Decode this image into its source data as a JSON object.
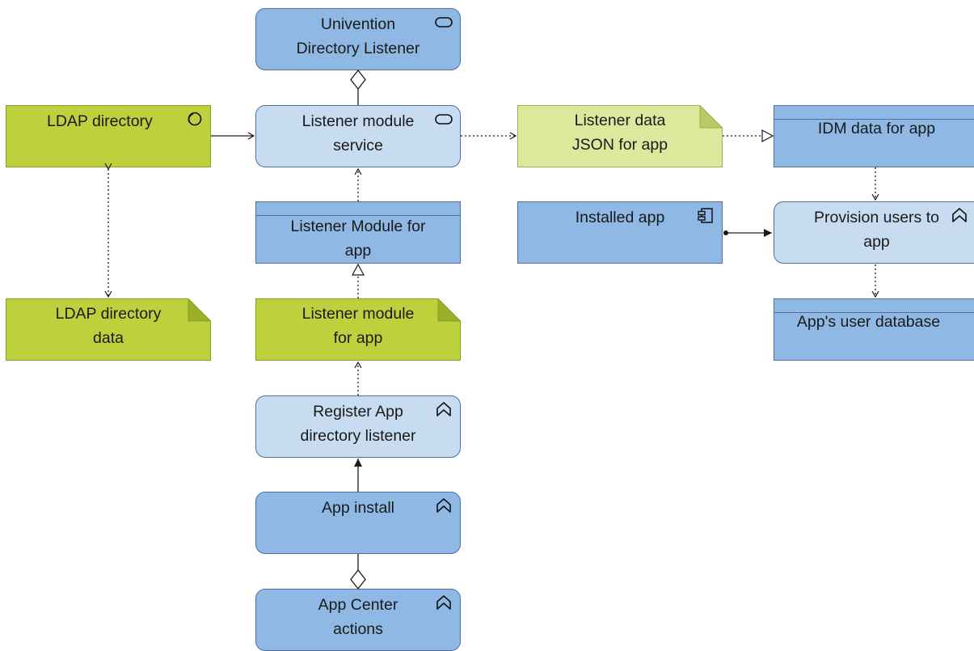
{
  "nodes": {
    "udl": {
      "lines": [
        "Univention",
        "Directory Listener"
      ],
      "icon": "service-icon"
    },
    "ldap": {
      "lines": [
        "LDAP directory"
      ],
      "icon": "system-software-icon"
    },
    "lms": {
      "lines": [
        "Listener module",
        "service"
      ],
      "icon": "service-icon"
    },
    "ljson": {
      "lines": [
        "Listener data",
        "JSON for app"
      ]
    },
    "idm": {
      "lines": [
        "IDM data for app"
      ]
    },
    "lmodapp": {
      "lines": [
        "Listener Module for",
        "app"
      ]
    },
    "installed": {
      "lines": [
        "Installed app"
      ],
      "icon": "component-icon"
    },
    "provision": {
      "lines": [
        "Provision users to",
        "app"
      ],
      "icon": "process-icon"
    },
    "ldapdata": {
      "lines": [
        "LDAP directory",
        "data"
      ]
    },
    "lmart": {
      "lines": [
        "Listener module",
        "for app"
      ]
    },
    "userdb": {
      "lines": [
        "App's user database"
      ]
    },
    "register": {
      "lines": [
        "Register App",
        "directory listener"
      ],
      "icon": "process-icon"
    },
    "install": {
      "lines": [
        "App install"
      ],
      "icon": "process-icon"
    },
    "actions": {
      "lines": [
        "App Center",
        "actions"
      ],
      "icon": "process-icon"
    }
  },
  "colors": {
    "business_dark": "#8fb8e4",
    "business_light": "#c7dcf1",
    "technology_artifact": "#bdd13d",
    "application_artifact": "#dde89c",
    "stroke": "#4d6f9c",
    "edge": "#1a1a1a"
  }
}
